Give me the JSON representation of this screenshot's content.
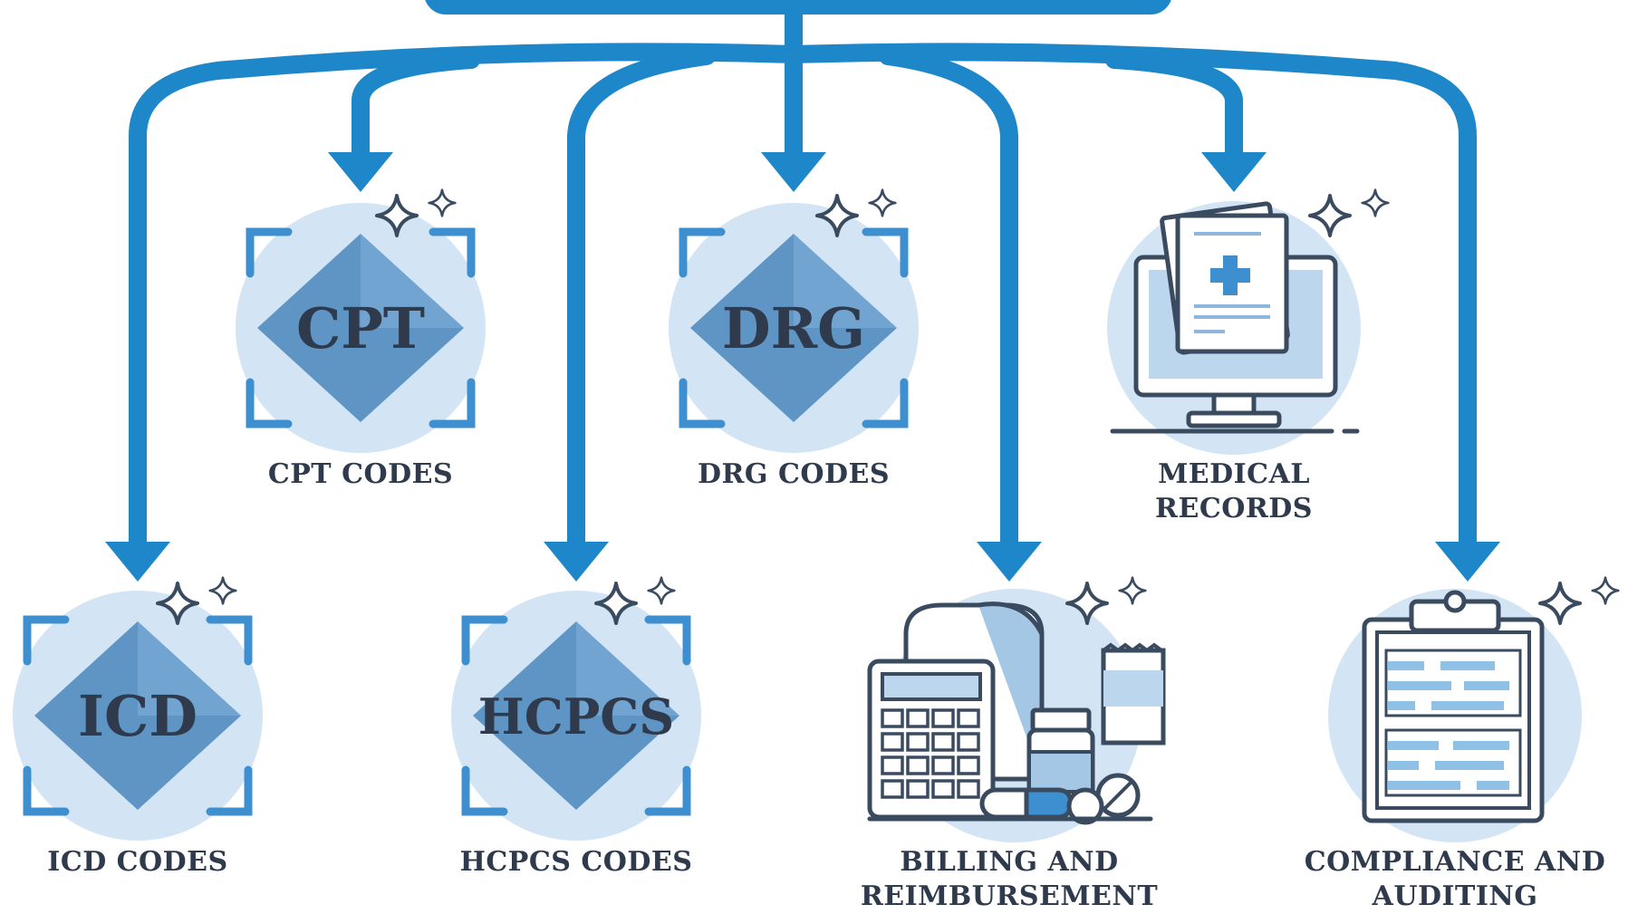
{
  "colors": {
    "connector": "#1d87c9",
    "connector_dark": "#1672ad",
    "bubble": "#d3e5f5",
    "diamond_dark": "#5f95c4",
    "diamond_light": "#a5c7e6",
    "bracket": "#3d8fd0",
    "text_dark": "#2f3b4d",
    "outline": "#3a4b60"
  },
  "nodes": [
    {
      "id": "cpt",
      "code": "CPT",
      "label_lines": [
        "CPT CODES"
      ]
    },
    {
      "id": "drg",
      "code": "DRG",
      "label_lines": [
        "DRG CODES"
      ]
    },
    {
      "id": "medical",
      "icon": "medical-records-monitor-icon",
      "label_lines": [
        "MEDICAL",
        "RECORDS"
      ]
    },
    {
      "id": "icd",
      "code": "ICD",
      "label_lines": [
        "ICD CODES"
      ]
    },
    {
      "id": "hcpcs",
      "code": "HCPCS",
      "label_lines": [
        "HCPCS CODES"
      ]
    },
    {
      "id": "billing",
      "icon": "billing-calculator-icon",
      "label_lines": [
        "BILLING AND",
        "REIMBURSEMENT"
      ]
    },
    {
      "id": "compliance",
      "icon": "clipboard-checklist-icon",
      "label_lines": [
        "COMPLIANCE AND",
        "AUDITING"
      ]
    }
  ]
}
